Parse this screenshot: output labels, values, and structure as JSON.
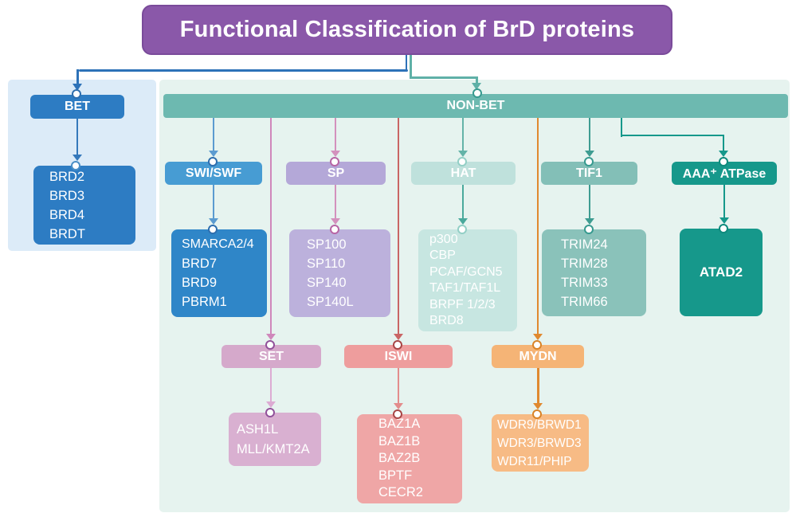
{
  "title": "Functional Classification of BrD proteins",
  "colors": {
    "title_purple": "#8a58a9",
    "bet_blue": "#2d7cc3",
    "swiswf_blue": "#479cd3",
    "nonbet_teal": "#6db9b0",
    "tif1_teal": "#83bfb7",
    "atpase_dark_teal": "#16988b",
    "hat_mint": "#bfe1dc",
    "sp_purple": "#b4a8d8",
    "set_pink": "#d5a9cb",
    "iswi_salmon": "#ee9d9d",
    "mydn_orange": "#f5b476",
    "panel_bet_bg": "#dcebf8",
    "panel_nonbet_bg": "#e6f3ef"
  },
  "tree": {
    "bet": {
      "label": "BET",
      "members": [
        "BRD2",
        "BRD3",
        "BRD4",
        "BRDT"
      ]
    },
    "nonbet": {
      "label": "NON-BET"
    },
    "swiswf": {
      "label": "SWI/SWF",
      "members": [
        "SMARCA2/4",
        "BRD7",
        "BRD9",
        "PBRM1"
      ]
    },
    "sp": {
      "label": "SP",
      "members": [
        "SP100",
        "SP110",
        "SP140",
        "SP140L"
      ]
    },
    "hat": {
      "label": "HAT",
      "members": [
        "p300",
        "CBP",
        "PCAF/GCN5",
        "TAF1/TAF1L",
        "BRPF 1/2/3",
        "BRD8"
      ]
    },
    "tif1": {
      "label": "TIF1",
      "members": [
        "TRIM24",
        "TRIM28",
        "TRIM33",
        "TRIM66"
      ]
    },
    "atpase": {
      "label": "AAA⁺ ATPase",
      "members": [
        "ATAD2"
      ]
    },
    "set": {
      "label": "SET",
      "members": [
        "ASH1L",
        "MLL/KMT2A"
      ]
    },
    "iswi": {
      "label": "ISWI",
      "members": [
        "BAZ1A",
        "BAZ1B",
        "BAZ2B",
        "BPTF",
        "CECR2"
      ]
    },
    "mydn": {
      "label": "MYDN",
      "members": [
        "WDR9/BRWD1",
        "WDR3/BRWD3",
        "WDR11/PHIP"
      ]
    }
  }
}
